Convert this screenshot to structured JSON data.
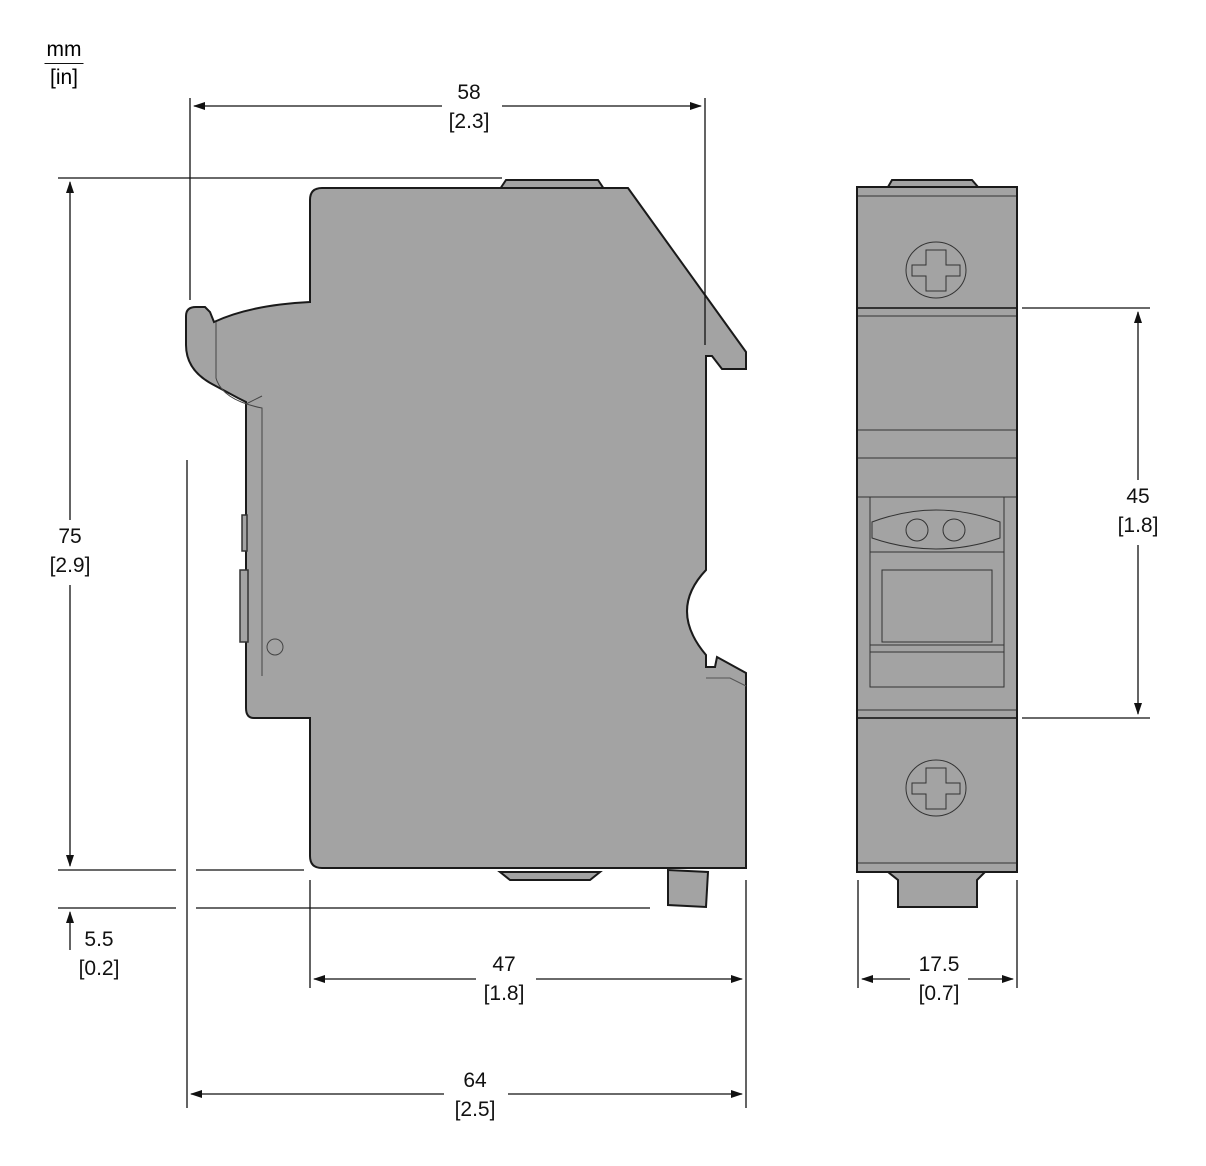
{
  "units": {
    "primary": "mm",
    "secondary": "[in]"
  },
  "colors": {
    "body_fill": "#a3a3a3",
    "outline": "#1a1a1a",
    "line": "#111111"
  },
  "dimensions": [
    {
      "id": "depth-top",
      "mm": "58",
      "in": "[2.3]"
    },
    {
      "id": "height",
      "mm": "75",
      "in": "[2.9]"
    },
    {
      "id": "rail-offset",
      "mm": "5.5",
      "in": "[0.2]"
    },
    {
      "id": "depth-body",
      "mm": "47",
      "in": "[1.8]"
    },
    {
      "id": "depth-total",
      "mm": "64",
      "in": "[2.5]"
    },
    {
      "id": "front-height",
      "mm": "45",
      "in": "[1.8]"
    },
    {
      "id": "width",
      "mm": "17.5",
      "in": "[0.7]"
    }
  ]
}
